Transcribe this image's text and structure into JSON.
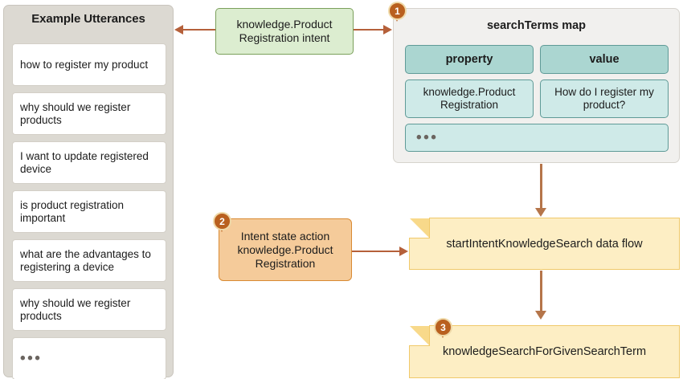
{
  "utterances_panel": {
    "title": "Example Utterances",
    "items": [
      "how to register my product",
      "why should we register products",
      "I want to update registered device",
      "is product registration important",
      "what are the advantages to registering a device",
      "why should we register products",
      "•••"
    ]
  },
  "intent_box": {
    "label": "knowledge.Product Registration intent"
  },
  "search_terms_map": {
    "title": "searchTerms map",
    "columns": [
      "property",
      "value"
    ],
    "rows": [
      [
        "knowledge.Product Registration",
        "How do I register my product?"
      ]
    ],
    "more_row": "•••"
  },
  "action_box": {
    "label": "Intent state action knowledge.Product Registration"
  },
  "flow_box": {
    "label": "startIntentKnowledgeSearch data flow"
  },
  "search_box": {
    "label": "knowledgeSearchForGivenSearchTerm"
  },
  "badges": {
    "one": "1",
    "two": "2",
    "three": "3"
  },
  "colors": {
    "panel_bg": "#dcd9d2",
    "intent_green": "#dcedd0",
    "intent_green_border": "#7ba05b",
    "map_panel_bg": "#f1f0ee",
    "cell_header_teal": "#abd6d1",
    "cell_data_teal": "#cfeae8",
    "cell_border_teal": "#5f9a97",
    "action_orange": "#f5cb9a",
    "action_orange_border": "#d98a33",
    "note_yellow": "#fdeec4",
    "note_yellow_border": "#f0c96a",
    "note_fold": "#f8d98a",
    "badge_brown": "#b9601f",
    "connector_brown": "#b5603a",
    "connector_tan": "#b5754a"
  }
}
